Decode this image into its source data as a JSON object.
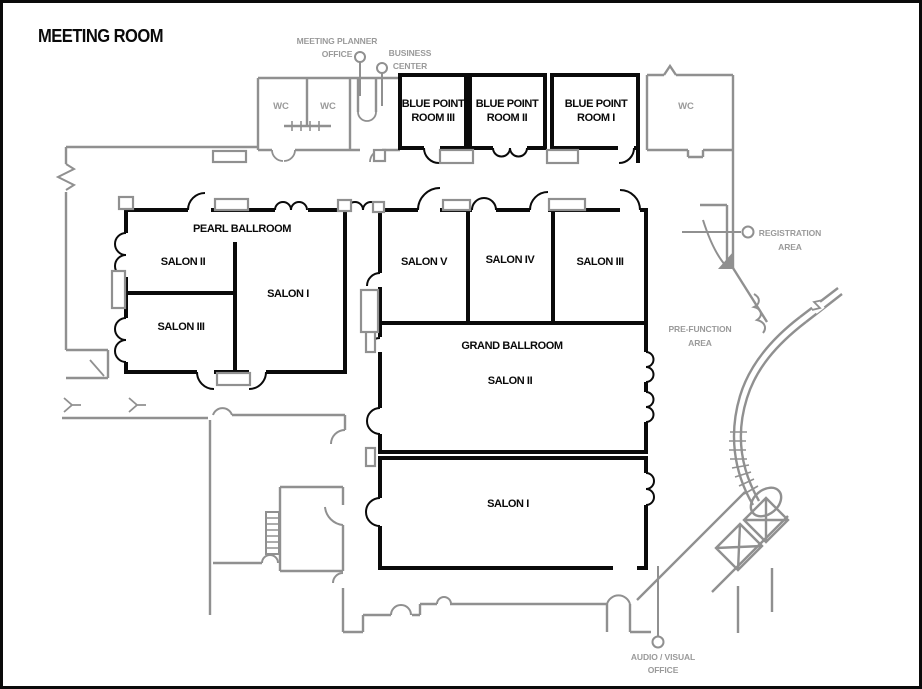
{
  "title": "MEETING ROOM",
  "colors": {
    "wall_black": "#0a0a0a",
    "wall_gray": "#909090",
    "label_gray": "#9a9a9a",
    "background": "#ffffff"
  },
  "rooms": {
    "wc_1": {
      "label": "WC"
    },
    "wc_2": {
      "label": "WC"
    },
    "wc_3": {
      "label": "WC"
    },
    "blue_point_3": {
      "line1": "BLUE POINT",
      "line2": "ROOM III"
    },
    "blue_point_2": {
      "line1": "BLUE POINT",
      "line2": "ROOM II"
    },
    "blue_point_1": {
      "line1": "BLUE POINT",
      "line2": "ROOM I"
    },
    "pearl": {
      "title": "PEARL BALLROOM",
      "salon_2": "SALON II",
      "salon_3": "SALON III",
      "salon_1": "SALON I"
    },
    "grand": {
      "title": "GRAND BALLROOM",
      "salon_5": "SALON V",
      "salon_4": "SALON IV",
      "salon_3": "SALON III",
      "salon_2": "SALON II",
      "salon_1": "SALON I"
    }
  },
  "callouts": {
    "meeting_planner": {
      "line1": "MEETING PLANNER",
      "line2": "OFFICE"
    },
    "business_center": {
      "line1": "BUSINESS",
      "line2": "CENTER"
    },
    "registration": {
      "line1": "REGISTRATION",
      "line2": "AREA"
    },
    "pre_function": {
      "line1": "PRE-FUNCTION",
      "line2": "AREA"
    },
    "audio_visual": {
      "line1": "AUDIO / VISUAL",
      "line2": "OFFICE"
    }
  }
}
